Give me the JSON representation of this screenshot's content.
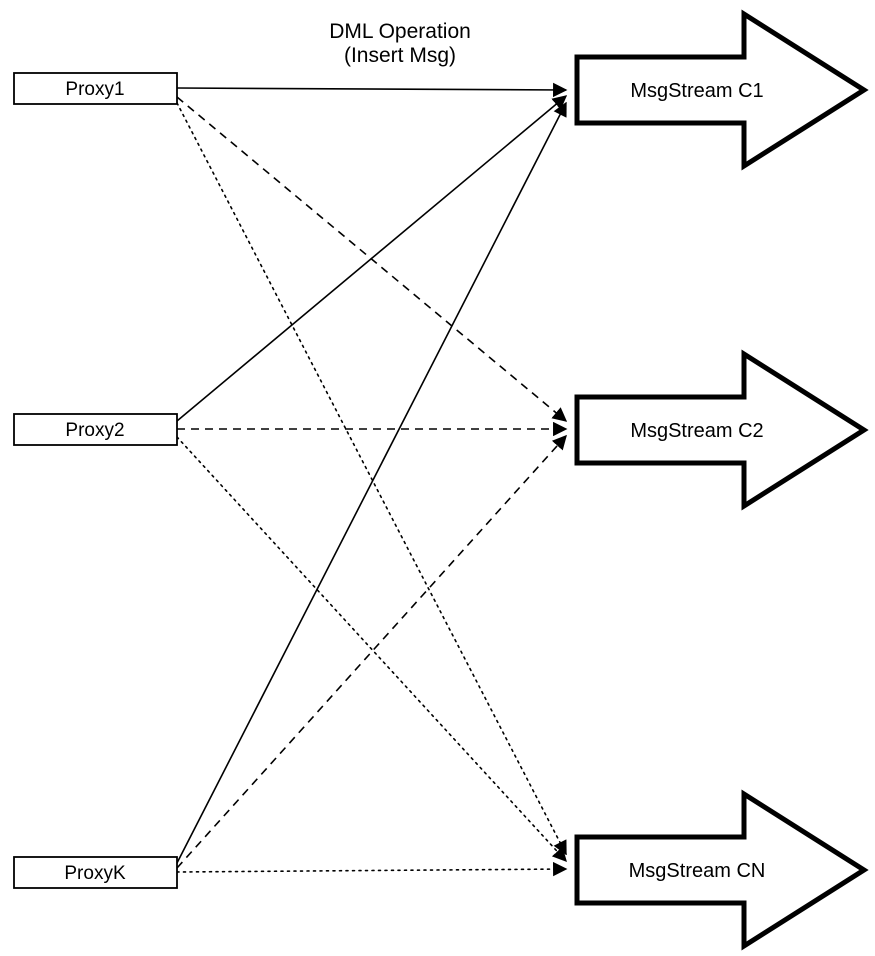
{
  "diagram": {
    "title_line1": "DML Operation",
    "title_line2": "(Insert Msg)",
    "proxies": [
      {
        "label": "Proxy1"
      },
      {
        "label": "Proxy2"
      },
      {
        "label": "ProxyK"
      }
    ],
    "streams": [
      {
        "label": "MsgStream C1"
      },
      {
        "label": "MsgStream C2"
      },
      {
        "label": "MsgStream CN"
      }
    ],
    "edges": [
      {
        "from": "Proxy1",
        "to": "MsgStream C1",
        "style": "solid"
      },
      {
        "from": "Proxy1",
        "to": "MsgStream C2",
        "style": "dashed"
      },
      {
        "from": "Proxy1",
        "to": "MsgStream CN",
        "style": "dotted"
      },
      {
        "from": "Proxy2",
        "to": "MsgStream C1",
        "style": "solid"
      },
      {
        "from": "Proxy2",
        "to": "MsgStream C2",
        "style": "dashed"
      },
      {
        "from": "Proxy2",
        "to": "MsgStream CN",
        "style": "dotted"
      },
      {
        "from": "ProxyK",
        "to": "MsgStream C1",
        "style": "solid"
      },
      {
        "from": "ProxyK",
        "to": "MsgStream C2",
        "style": "dashed"
      },
      {
        "from": "ProxyK",
        "to": "MsgStream CN",
        "style": "dotted"
      }
    ],
    "colors": {
      "stroke": "#000000",
      "fill": "#ffffff"
    }
  }
}
